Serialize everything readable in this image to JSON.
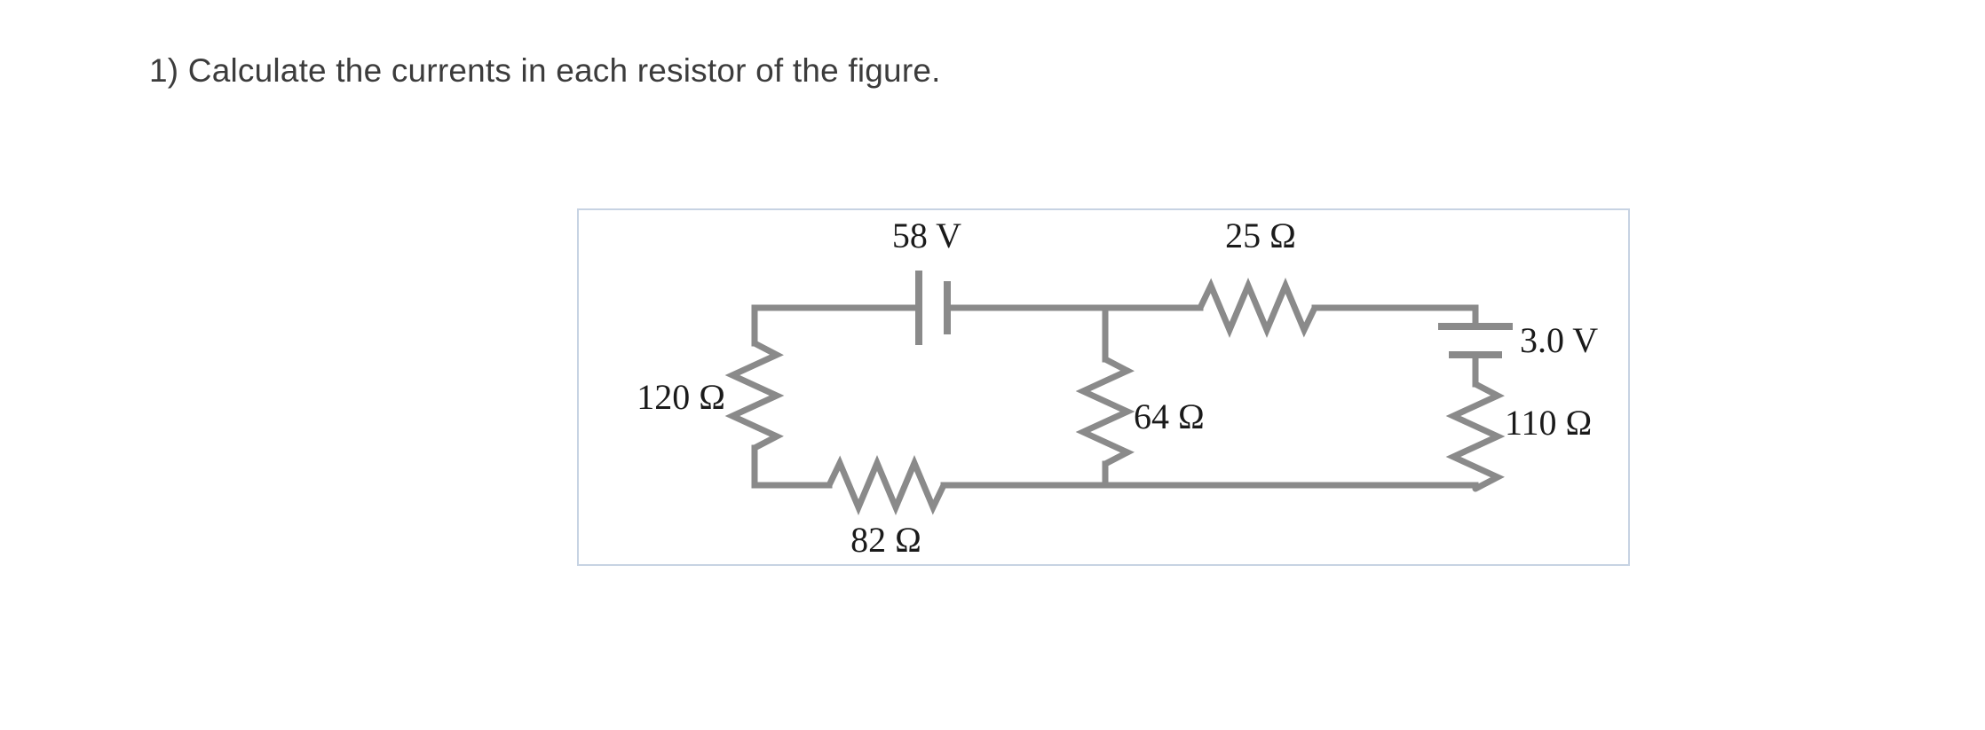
{
  "question": {
    "text": "1) Calculate the currents in each resistor of the figure."
  },
  "figure": {
    "labels": {
      "source_58v": "58 V",
      "resistor_25": "25 Ω",
      "source_3v": "3.0 V",
      "resistor_110": "110 Ω",
      "resistor_64": "64 Ω",
      "resistor_120": "120 Ω",
      "resistor_82": "82 Ω"
    }
  },
  "colors": {
    "text": "#3c3c3c",
    "figure_border": "#c7d3e3",
    "wire": "#8a8a8a",
    "label": "#1a1a1a",
    "background": "#ffffff"
  },
  "chart_data": {
    "type": "diagram",
    "title": "DC resistor network circuit",
    "subtype": "electrical-schematic",
    "components": [
      {
        "id": "R120",
        "kind": "resistor",
        "label": "120 Ω",
        "value": 120,
        "unit": "ohm",
        "orientation": "vertical",
        "position": "left-branch"
      },
      {
        "id": "V58",
        "kind": "battery",
        "label": "58 V",
        "value": 58,
        "unit": "volt",
        "orientation": "horizontal",
        "position": "top-wire-left"
      },
      {
        "id": "R64",
        "kind": "resistor",
        "label": "64 Ω",
        "value": 64,
        "unit": "ohm",
        "orientation": "vertical",
        "position": "middle-branch"
      },
      {
        "id": "R25",
        "kind": "resistor",
        "label": "25 Ω",
        "value": 25,
        "unit": "ohm",
        "orientation": "horizontal",
        "position": "top-wire-right"
      },
      {
        "id": "V3",
        "kind": "battery",
        "label": "3.0 V",
        "value": 3.0,
        "unit": "volt",
        "orientation": "vertical",
        "position": "right-branch-top"
      },
      {
        "id": "R110",
        "kind": "resistor",
        "label": "110 Ω",
        "value": 110,
        "unit": "ohm",
        "orientation": "vertical",
        "position": "right-branch-bottom"
      },
      {
        "id": "R82",
        "kind": "resistor",
        "label": "82 Ω",
        "value": 82,
        "unit": "ohm",
        "orientation": "horizontal",
        "position": "bottom-wire-left"
      }
    ],
    "nodes": [
      "top-left",
      "top-middle",
      "top-right",
      "bottom-left",
      "bottom-middle",
      "bottom-right"
    ],
    "loops": 3
  }
}
